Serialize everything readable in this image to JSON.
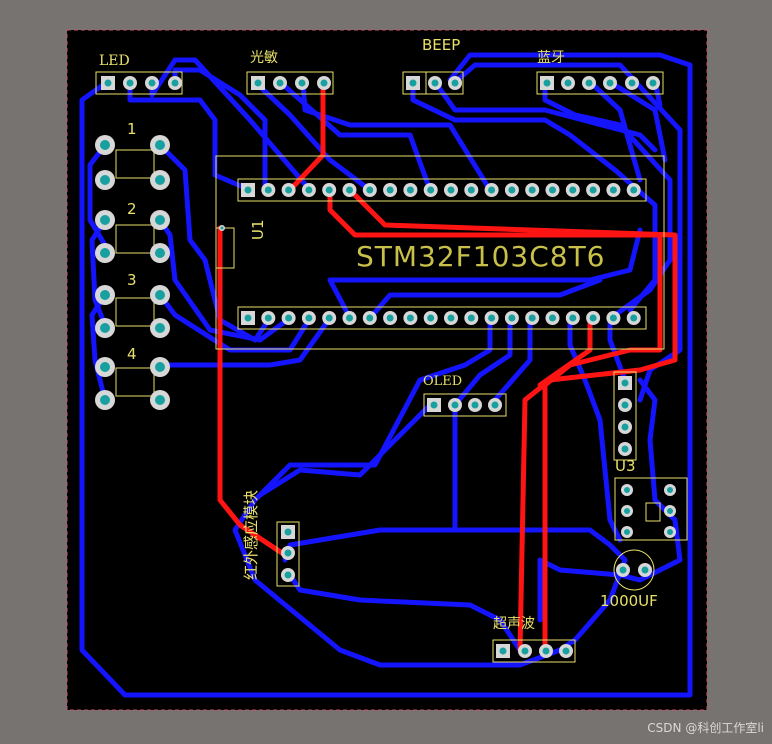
{
  "labels": {
    "led": "LED",
    "light_sensor": "光敏",
    "beep": "BEEP",
    "bluetooth": "蓝牙",
    "sw1": "1",
    "sw2": "2",
    "sw3": "3",
    "sw4": "4",
    "u1": "U1",
    "mcu": "STM32F103C8T6",
    "oled": "OLED",
    "pir": "红外感应模块",
    "ultrasonic": "超声波",
    "u3": "U3",
    "cap": "1000UF"
  },
  "watermark": "CSDN @科创工作室li",
  "colors": {
    "background": "#767371",
    "board": "#000000",
    "bottom_trace": "#1414ff",
    "top_trace": "#ff1414",
    "silkscreen": "#e8e06a",
    "pad": "#d7d7d7",
    "drill": "#18a0a0"
  }
}
